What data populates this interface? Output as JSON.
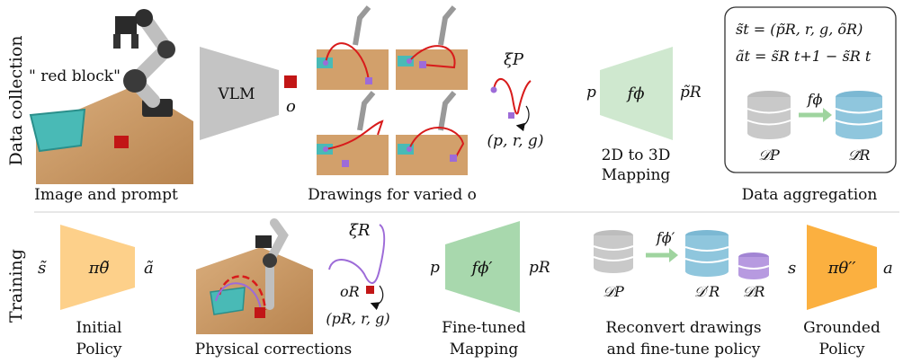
{
  "rows": {
    "top_label": "Data collection",
    "bottom_label": "Training"
  },
  "top": {
    "prompt_text": "\" red block\"",
    "image_caption": "Image and prompt",
    "vlm_label": "VLM",
    "o_label": "o",
    "drawings_caption": "Drawings for varied o",
    "xi_p": "ξP",
    "prg_label": "(p, r, g)",
    "map_in": "p",
    "map_fn": "fϕ",
    "map_out": "p̃R",
    "map_caption_1": "2D to 3D",
    "map_caption_2": "Mapping",
    "agg_eq1": "s̃t = (p̃R, r, g, õR)",
    "agg_eq2": "ãt = s̃R t+1 − s̃R t",
    "agg_fn": "fϕ",
    "db_left_label": "𝒟P",
    "db_right_label": "𝒟̃R",
    "agg_caption": "Data aggregation"
  },
  "bottom": {
    "policy_in": "s̃",
    "policy_fn": "πθ̃",
    "policy_out": "ã",
    "policy_caption_1": "Initial",
    "policy_caption_2": "Policy",
    "phys_caption": "Physical corrections",
    "xi_r": "ξR",
    "o_r": "oR",
    "prg_r": "(pR, r, g)",
    "ft_in": "p",
    "ft_fn": "fϕ′",
    "ft_out": "pR",
    "ft_caption_1": "Fine-tuned",
    "ft_caption_2": "Mapping",
    "db_p": "𝒟P",
    "db_rprime": "𝒟′R",
    "db_r": "𝒟R",
    "reconv_fn": "fϕ′",
    "reconv_caption_1": "Reconvert drawings",
    "reconv_caption_2": "and fine-tune policy",
    "gp_in": "s",
    "gp_fn": "πθ′′",
    "gp_out": "a",
    "gp_caption_1": "Grounded",
    "gp_caption_2": "Policy"
  },
  "colors": {
    "vlm_gray": "#c4c4c4",
    "mapping_green": "#cfe8cf",
    "ft_green": "#a8d8ad",
    "policy_orange_light": "#fdd08a",
    "policy_orange": "#fbb040",
    "db_gray": "#c9c9c9",
    "db_blue": "#8fc6dd",
    "db_purple": "#b79ae0",
    "traj_red": "#d81b1b",
    "traj_purple": "#9d6bd8",
    "table_wood": "#c89968",
    "basket_teal": "#3fb3b0"
  }
}
